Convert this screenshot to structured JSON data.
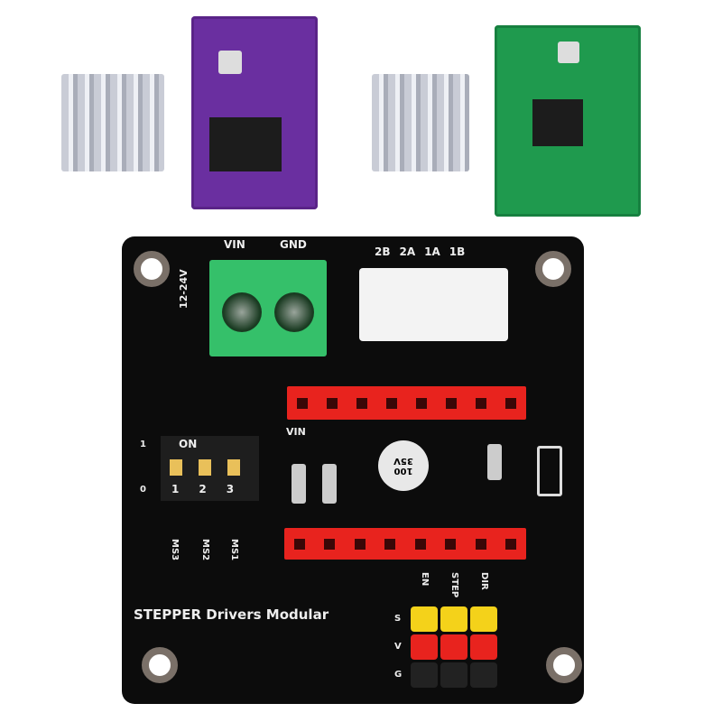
{
  "photo": {
    "top_items": [
      "heatsink",
      "purple-driver-board",
      "heatsink",
      "green-driver-board"
    ],
    "board": {
      "power_labels": {
        "vin": "VIN",
        "gnd": "GND"
      },
      "voltage_label": "12-24V",
      "motor_labels": [
        "2B",
        "2A",
        "1A",
        "1B"
      ],
      "dip": {
        "on_label": "ON",
        "numbers": [
          "1",
          "2",
          "3"
        ],
        "side_top": "1",
        "side_bottom": "0",
        "ms_labels": [
          "MS3",
          "MS2",
          "MS1"
        ]
      },
      "vin_marker": "VIN",
      "capacitor_label": "100 35V",
      "title": "STEPPER Drivers Modular",
      "signal_labels": [
        "EN",
        "STEP",
        "DIR"
      ],
      "row_labels": [
        "S",
        "V",
        "G"
      ]
    },
    "colors": {
      "pcb": "#0c0c0c",
      "header": "#e8231e",
      "terminal": "#35c06a",
      "purple": "#6a2fa0",
      "green": "#1f9a4e",
      "jumper_yellow": "#f4d21a",
      "jumper_red": "#e8231e"
    }
  }
}
